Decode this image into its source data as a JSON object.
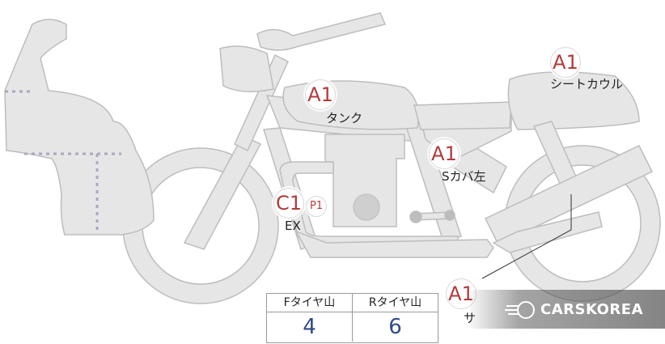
{
  "markers": {
    "seat_cowl": "A1",
    "tank": "A1",
    "side_cover": "A1",
    "exhaust": "C1",
    "exhaust_small": "P1",
    "muffler": "A1"
  },
  "labels": {
    "seat_cowl": "シートカウル",
    "tank": "タンク",
    "side_cover": "Sカバ左",
    "exhaust": "EX",
    "muffler_partial": "サ"
  },
  "tire_table": {
    "front_header": "Fタイヤ山",
    "rear_header": "Rタイヤ山",
    "front_value": "4",
    "rear_value": "6"
  },
  "watermark": {
    "text": "CARSKOREA"
  },
  "colors": {
    "part_fill": "#e6e6e6",
    "part_stroke": "#b8b8b8",
    "marker_text": "#b23a3a",
    "value_text": "#2f4a8a"
  }
}
